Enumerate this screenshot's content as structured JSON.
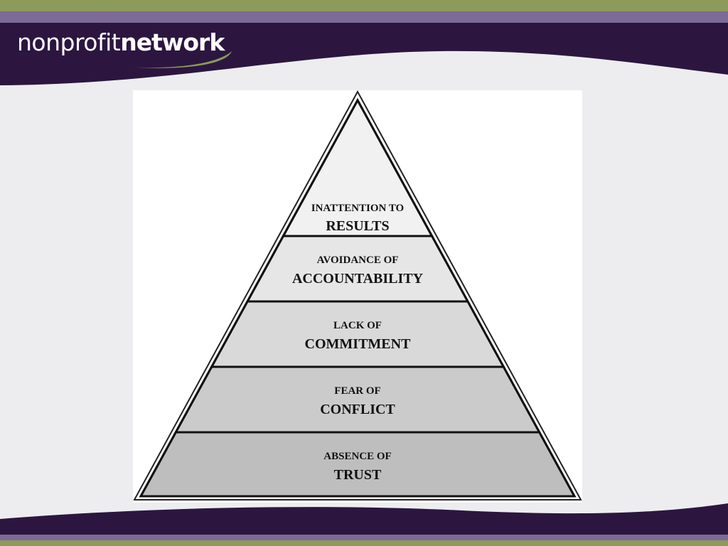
{
  "header": {
    "logo": {
      "light": "nonprofit",
      "bold": "network"
    },
    "colors": {
      "green": "#8c9a5b",
      "lavender": "#7d6b97",
      "purple": "#2c1640"
    }
  },
  "pyramid": {
    "tiers": [
      {
        "line1": "INATTENTION TO",
        "line2": "RESULTS",
        "fill": "#f1f1f1"
      },
      {
        "line1": "AVOIDANCE OF",
        "line2": "ACCOUNTABILITY",
        "fill": "#e6e6e6"
      },
      {
        "line1": "LACK OF",
        "line2": "COMMITMENT",
        "fill": "#d9d9d9"
      },
      {
        "line1": "FEAR OF",
        "line2": "CONFLICT",
        "fill": "#cbcbcb"
      },
      {
        "line1": "ABSENCE OF",
        "line2": "TRUST",
        "fill": "#bebebe"
      }
    ]
  }
}
